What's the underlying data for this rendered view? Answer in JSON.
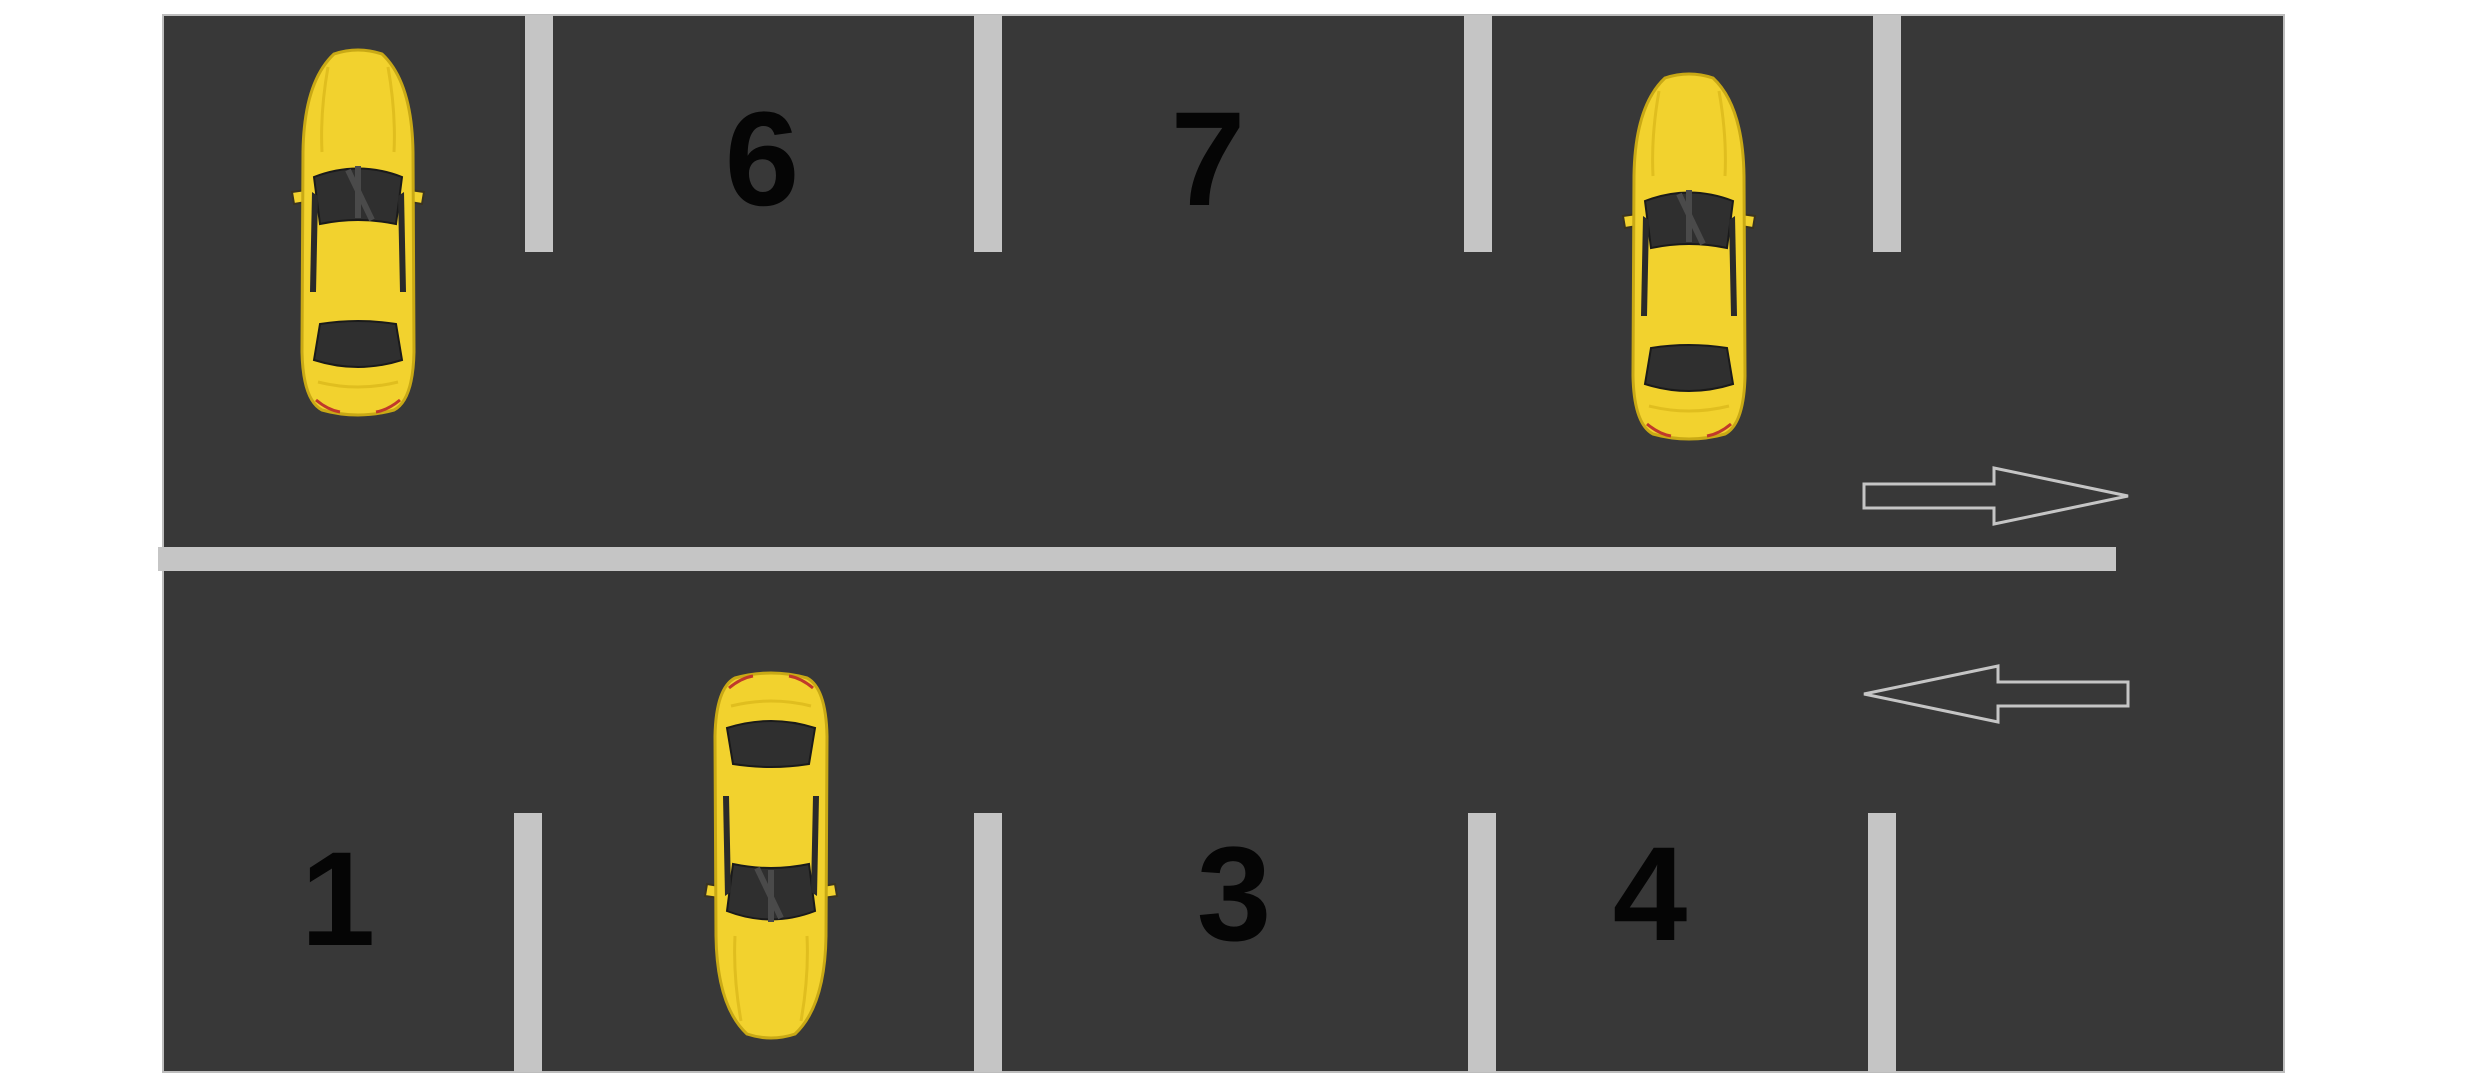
{
  "parking_lot": {
    "asphalt_color": "#383838",
    "line_color": "#c5c5c5",
    "number_color": "#050505",
    "car_color": "#f2d22e",
    "top_row": [
      {
        "label": "",
        "occupied": true
      },
      {
        "label": "6",
        "occupied": false
      },
      {
        "label": "7",
        "occupied": false
      },
      {
        "label": "",
        "occupied": true
      },
      {
        "label": "",
        "occupied": false
      }
    ],
    "bottom_row": [
      {
        "label": "1",
        "occupied": false
      },
      {
        "label": "",
        "occupied": true
      },
      {
        "label": "3",
        "occupied": false
      },
      {
        "label": "4",
        "occupied": false
      },
      {
        "label": "",
        "occupied": false
      }
    ],
    "traffic_arrows": [
      {
        "direction": "right",
        "icon": "arrow-right-icon"
      },
      {
        "direction": "left",
        "icon": "arrow-left-icon"
      }
    ]
  }
}
